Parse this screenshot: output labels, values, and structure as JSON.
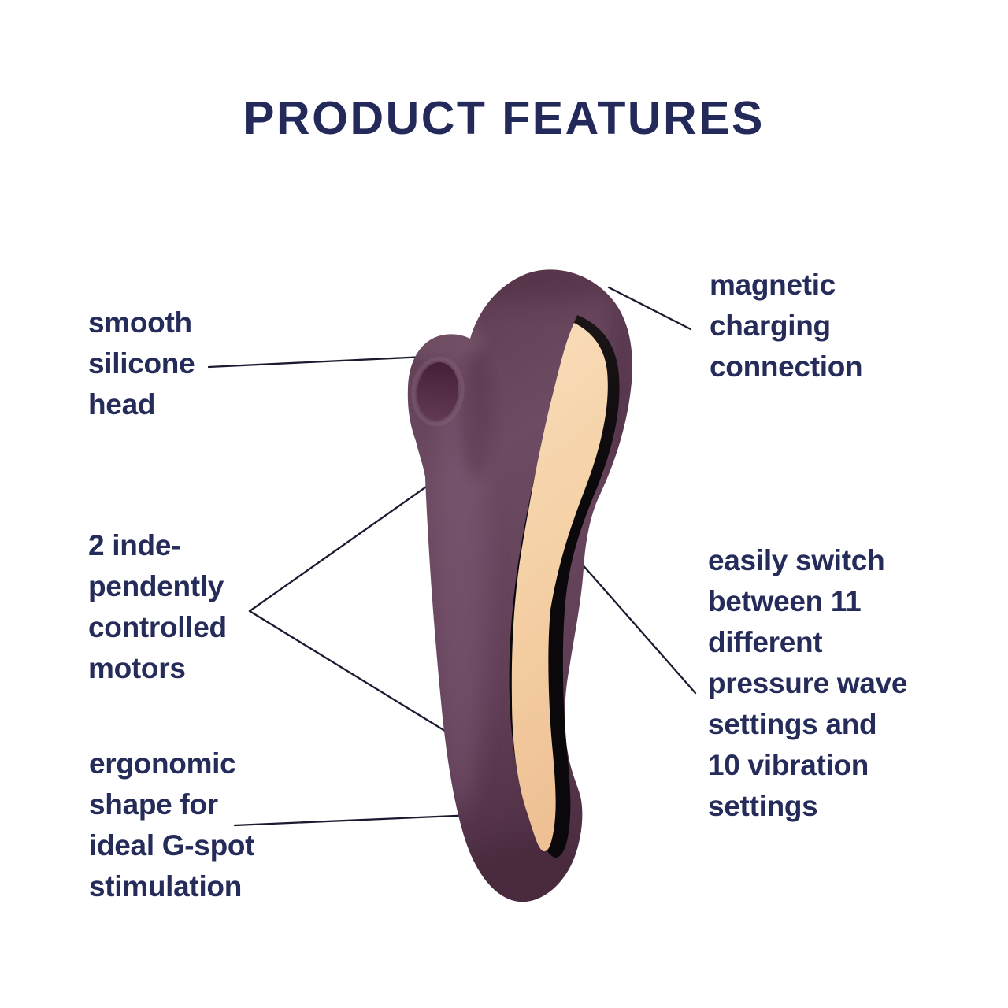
{
  "title": "PRODUCT FEATURES",
  "callouts": [
    {
      "id": "smooth-silicone-head",
      "text": "smooth\nsilicone\nhead"
    },
    {
      "id": "independently-controlled-motors",
      "text": "2 inde-\npendently\ncontrolled\nmotors"
    },
    {
      "id": "ergonomic-g-spot-shape",
      "text": "ergonomic\nshape for\nideal G-spot\nstimulation"
    },
    {
      "id": "magnetic-charging-connection",
      "text": "magnetic\ncharging\nconnection"
    },
    {
      "id": "settings-switch",
      "text": "easily switch\nbetween 11\ndifferent\npressure wave\nsettings and\n10 vibration\nsettings"
    }
  ],
  "colors": {
    "background": "#ffffff",
    "heading_text": "#232a5a",
    "label_text": "#262c5a",
    "leader_line": "#1a1a30",
    "product_body_purple": "#63415a",
    "product_insert_cream": "#f3cda2",
    "product_inlay_black": "#0c090c"
  }
}
